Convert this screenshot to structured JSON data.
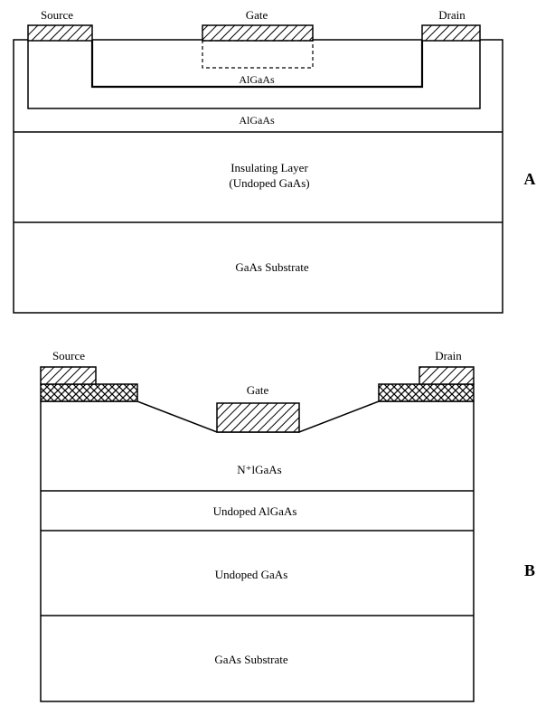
{
  "diagram_a": {
    "letter": "A",
    "source_label": "Source",
    "gate_label": "Gate",
    "drain_label": "Drain",
    "inner_region_label": "AlGaAs",
    "outer_region_label": "AlGaAs",
    "insulating_line1": "Insulating Layer",
    "insulating_line2": "(Undoped GaAs)",
    "substrate_label": "GaAs Substrate"
  },
  "diagram_b": {
    "letter": "B",
    "source_label": "Source",
    "gate_label": "Gate",
    "drain_label": "Drain",
    "n_layer_label": "N⁺lGaAs",
    "undoped_algaas_label": "Undoped AlGaAs",
    "undoped_gaas_label": "Undoped GaAs",
    "substrate_label": "GaAs Substrate"
  },
  "colors": {
    "line": "#000000",
    "background": "#ffffff"
  }
}
